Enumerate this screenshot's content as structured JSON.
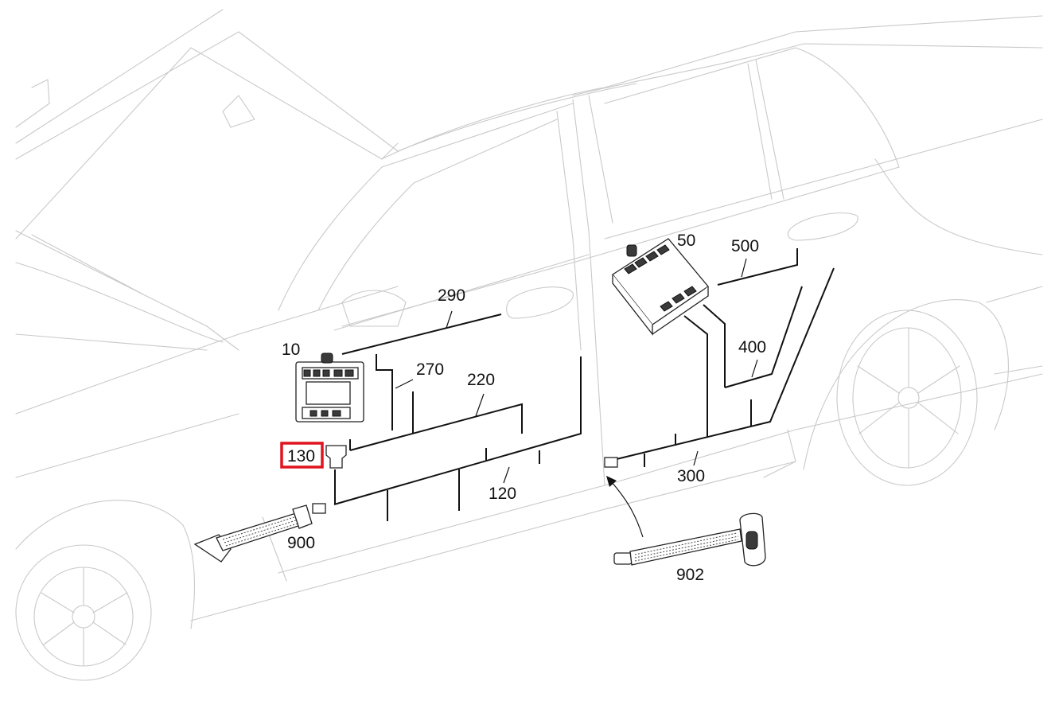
{
  "diagram": {
    "callouts": {
      "c10": "10",
      "c50": "50",
      "c120": "120",
      "c130": "130",
      "c220": "220",
      "c270": "270",
      "c290": "290",
      "c300": "300",
      "c400": "400",
      "c500": "500",
      "c900": "900",
      "c902": "902"
    },
    "selected_callout": "130",
    "highlight_color": "#e0141e",
    "line_color": "#111111",
    "outline_color": "#c9c9c9"
  }
}
